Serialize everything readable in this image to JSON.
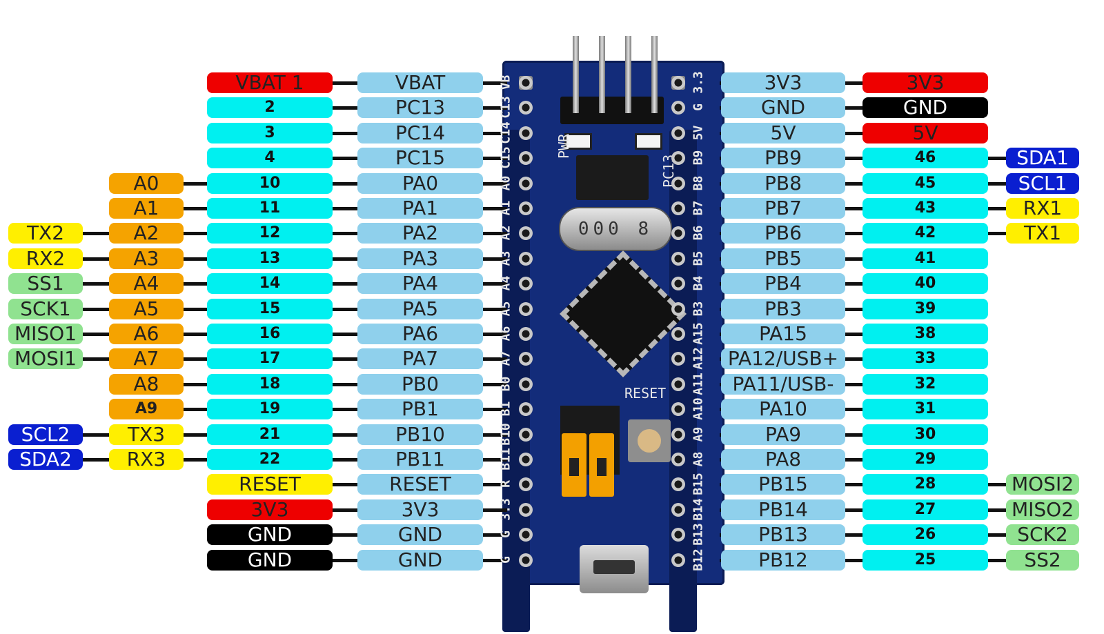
{
  "colors": {
    "analog": "#f5a300",
    "serial": "#ffef00",
    "spi": "#90e290",
    "i2c": "#0a1fd0",
    "power": "#ee0000",
    "ground": "#000000",
    "pin_number": "#00f0f0",
    "port_name": "#8fd0ec",
    "board": "#132c7a"
  },
  "board": {
    "reset_label": "RESET",
    "pwr_label": "PWR",
    "pc13_label": "PC13",
    "crystal_text": "000 8",
    "silk_left": [
      "VB",
      "C13",
      "C14",
      "C15",
      "A0",
      "A1",
      "A2",
      "A3",
      "A4",
      "A5",
      "A6",
      "A7",
      "B0",
      "B1",
      "B10",
      "B11",
      "R",
      "3.3",
      "G",
      "G"
    ],
    "silk_right": [
      "3.3",
      "G",
      "5V",
      "B9",
      "B8",
      "B7",
      "B6",
      "B5",
      "B4",
      "B3",
      "A15",
      "A12",
      "A11",
      "A10",
      "A9",
      "A8",
      "B15",
      "B14",
      "B13",
      "B12"
    ]
  },
  "left_rows": [
    {
      "port": "VBAT",
      "pin": "VBAT  1",
      "pin_type": "power"
    },
    {
      "port": "PC13",
      "pin": "2"
    },
    {
      "port": "PC14",
      "pin": "3"
    },
    {
      "port": "PC15",
      "pin": "4"
    },
    {
      "port": "PA0",
      "pin": "10",
      "alt1": "A0"
    },
    {
      "port": "PA1",
      "pin": "11",
      "alt1": "A1"
    },
    {
      "port": "PA2",
      "pin": "12",
      "alt1": "A2",
      "alt2": "TX2"
    },
    {
      "port": "PA3",
      "pin": "13",
      "alt1": "A3",
      "alt2": "RX2"
    },
    {
      "port": "PA4",
      "pin": "14",
      "alt1": "A4",
      "alt2": "SS1"
    },
    {
      "port": "PA5",
      "pin": "15",
      "alt1": "A5",
      "alt2": "SCK1"
    },
    {
      "port": "PA6",
      "pin": "16",
      "alt1": "A6",
      "alt2": "MISO1"
    },
    {
      "port": "PA7",
      "pin": "17",
      "alt1": "A7",
      "alt2": "MOSI1"
    },
    {
      "port": "PB0",
      "pin": "18",
      "alt1": "A8"
    },
    {
      "port": "PB1",
      "pin": "19",
      "alt1": "A9"
    },
    {
      "port": "PB10",
      "pin": "21",
      "alt1": "TX3",
      "alt2": "SCL2"
    },
    {
      "port": "PB11",
      "pin": "22",
      "alt1": "RX3",
      "alt2": "SDA2"
    },
    {
      "port": "RESET",
      "pin": "RESET",
      "pin_type": "serial"
    },
    {
      "port": "3V3",
      "pin": "3V3",
      "pin_type": "power"
    },
    {
      "port": "GND",
      "pin": "GND",
      "pin_type": "ground"
    },
    {
      "port": "GND",
      "pin": "GND",
      "pin_type": "ground"
    }
  ],
  "right_rows": [
    {
      "port": "3V3",
      "pin": "3V3",
      "pin_type": "power"
    },
    {
      "port": "GND",
      "pin": "GND",
      "pin_type": "ground"
    },
    {
      "port": "5V",
      "pin": "5V",
      "pin_type": "power"
    },
    {
      "port": "PB9",
      "pin": "46",
      "alt": "SDA1"
    },
    {
      "port": "PB8",
      "pin": "45",
      "alt": "SCL1"
    },
    {
      "port": "PB7",
      "pin": "43",
      "alt": "RX1"
    },
    {
      "port": "PB6",
      "pin": "42",
      "alt": "TX1"
    },
    {
      "port": "PB5",
      "pin": "41"
    },
    {
      "port": "PB4",
      "pin": "40"
    },
    {
      "port": "PB3",
      "pin": "39"
    },
    {
      "port": "PA15",
      "pin": "38"
    },
    {
      "port": "PA12/USB+",
      "pin": "33"
    },
    {
      "port": "PA11/USB-",
      "pin": "32"
    },
    {
      "port": "PA10",
      "pin": "31"
    },
    {
      "port": "PA9",
      "pin": "30"
    },
    {
      "port": "PA8",
      "pin": "29"
    },
    {
      "port": "PB15",
      "pin": "28",
      "alt": "MOSI2"
    },
    {
      "port": "PB14",
      "pin": "27",
      "alt": "MISO2"
    },
    {
      "port": "PB13",
      "pin": "26",
      "alt": "SCK2"
    },
    {
      "port": "PB12",
      "pin": "25",
      "alt": "SS2"
    }
  ]
}
